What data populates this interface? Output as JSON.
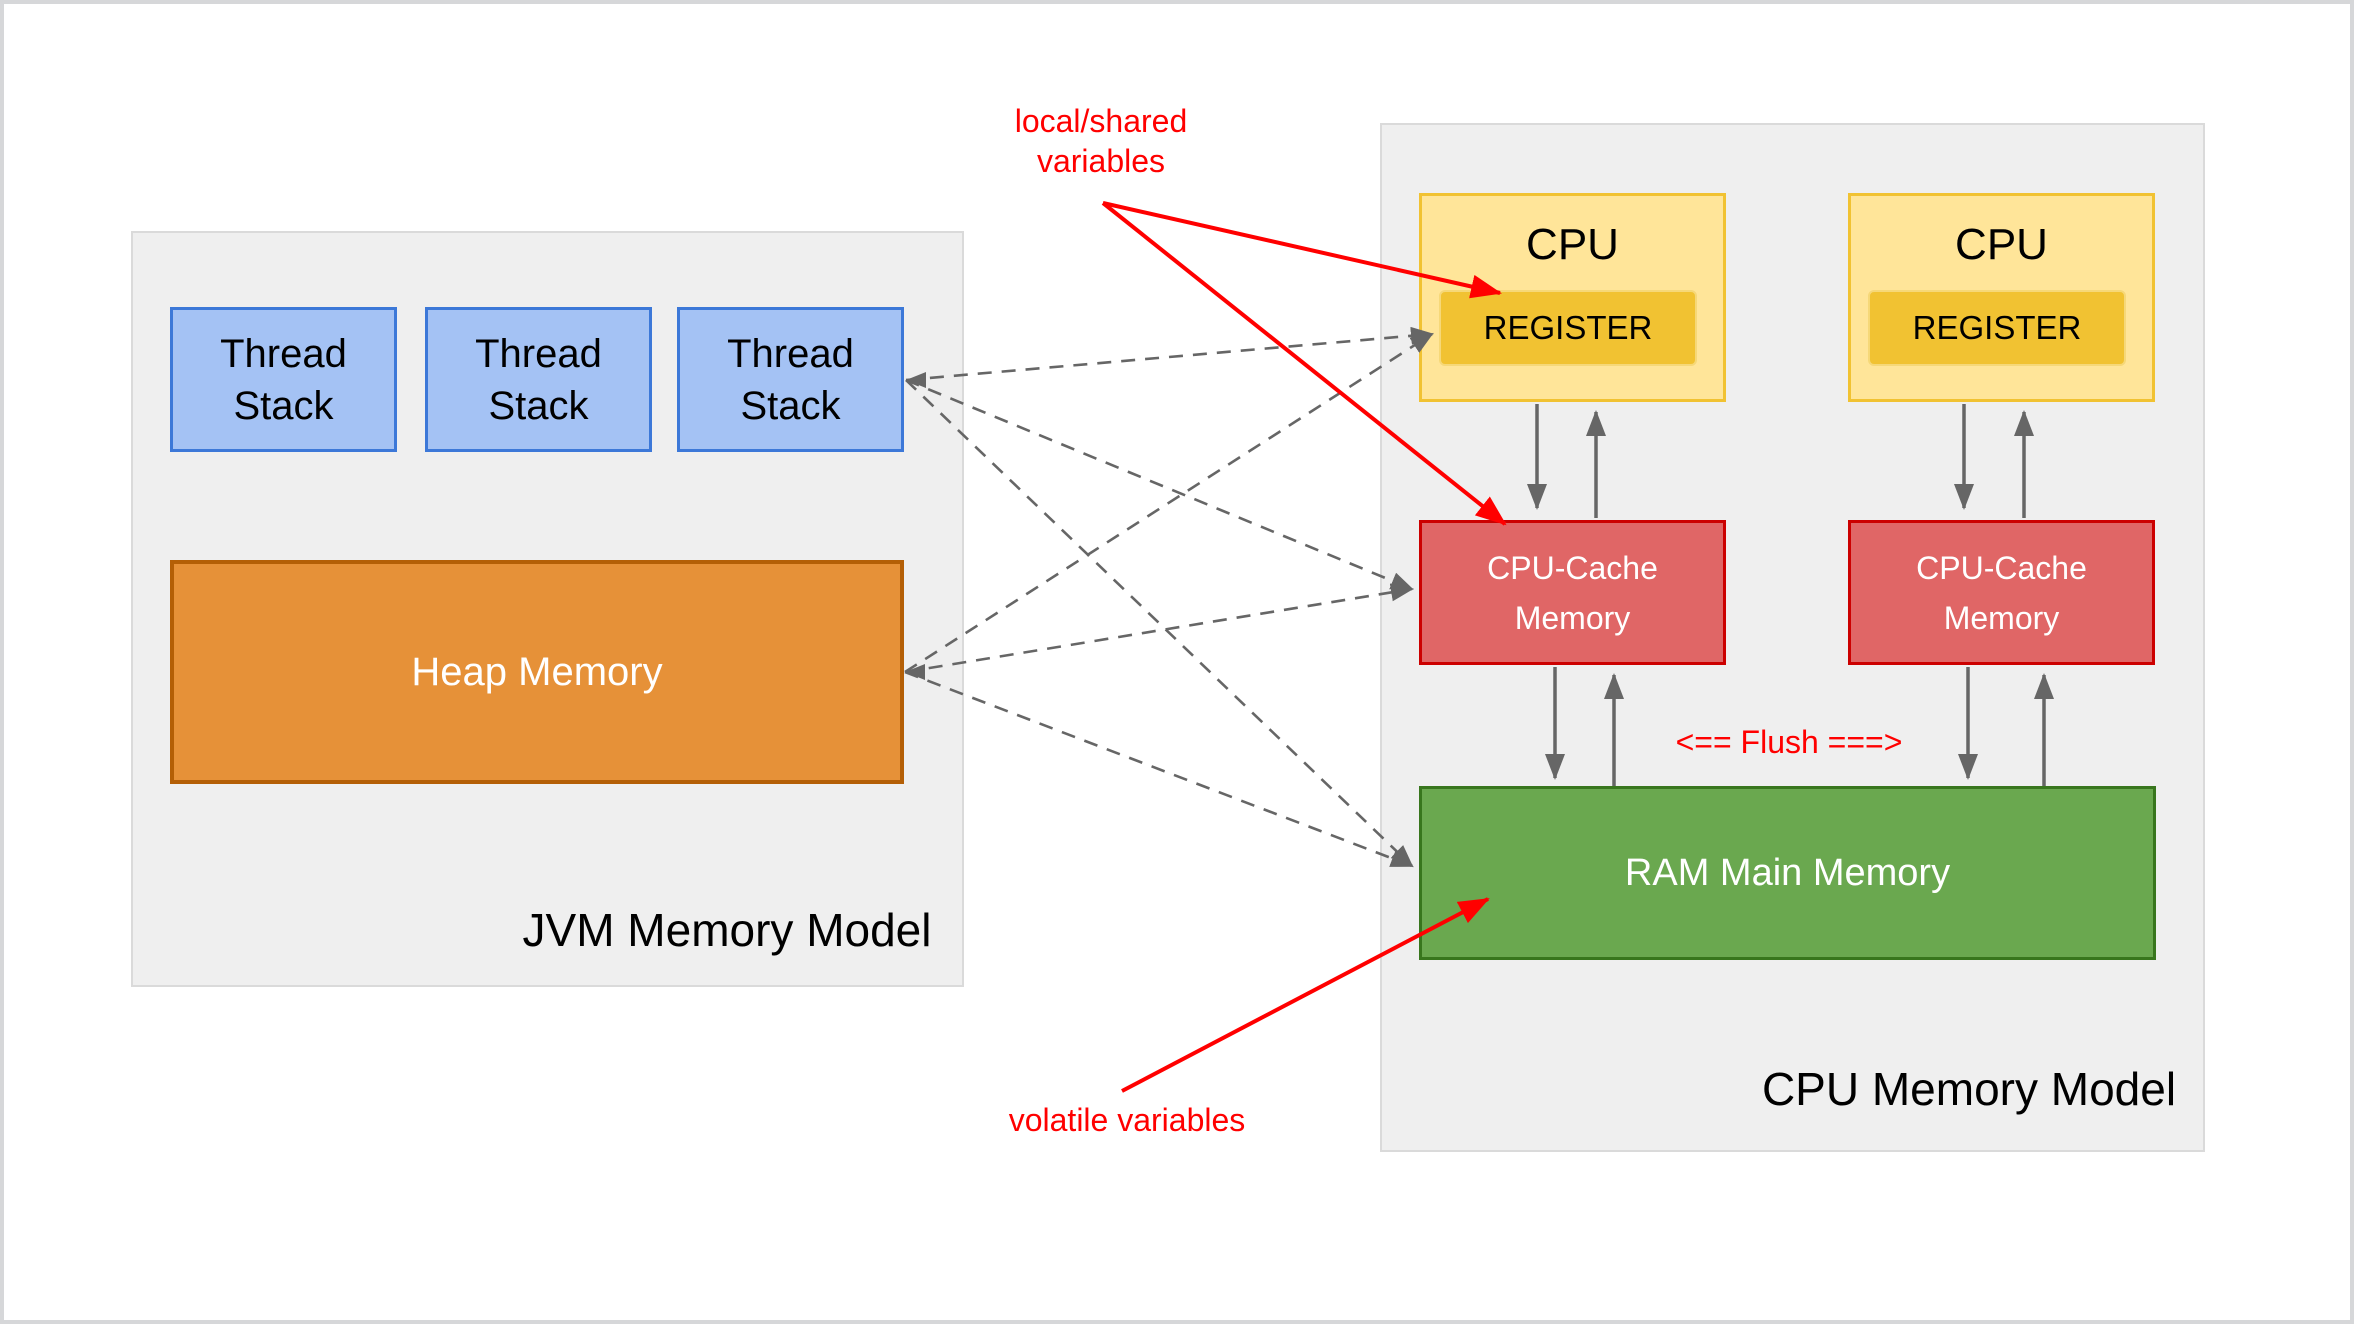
{
  "diagram": {
    "jvm": {
      "title": "JVM Memory Model",
      "thread_stacks": [
        {
          "line1": "Thread",
          "line2": "Stack"
        },
        {
          "line1": "Thread",
          "line2": "Stack"
        },
        {
          "line1": "Thread",
          "line2": "Stack"
        }
      ],
      "heap_label": "Heap Memory"
    },
    "cpu": {
      "title": "CPU Memory Model",
      "columns": [
        {
          "cpu_label": "CPU",
          "register_label": "REGISTER",
          "cache_line1": "CPU-Cache",
          "cache_line2": "Memory"
        },
        {
          "cpu_label": "CPU",
          "register_label": "REGISTER",
          "cache_line1": "CPU-Cache",
          "cache_line2": "Memory"
        }
      ],
      "ram_label": "RAM Main Memory",
      "flush_label": "<== Flush ===>"
    },
    "annotations": {
      "local_shared_line1": "local/shared",
      "local_shared_line2": "variables",
      "volatile_label": "volatile variables"
    },
    "colors": {
      "thread_fill": "#a4c2f4",
      "thread_border": "#3c78d8",
      "heap_fill": "#e69138",
      "heap_border": "#b45f06",
      "cpu_fill": "#ffe599",
      "cpu_border": "#f1c232",
      "register_fill": "#f1c232",
      "cache_fill": "#e06666",
      "cache_border": "#cc0000",
      "ram_fill": "#6aa84f",
      "ram_border": "#38761d",
      "panel_fill": "#efefef",
      "panel_border": "#d9d9d9",
      "connector_gray": "#666666",
      "annotation_red": "#ff0000"
    }
  }
}
